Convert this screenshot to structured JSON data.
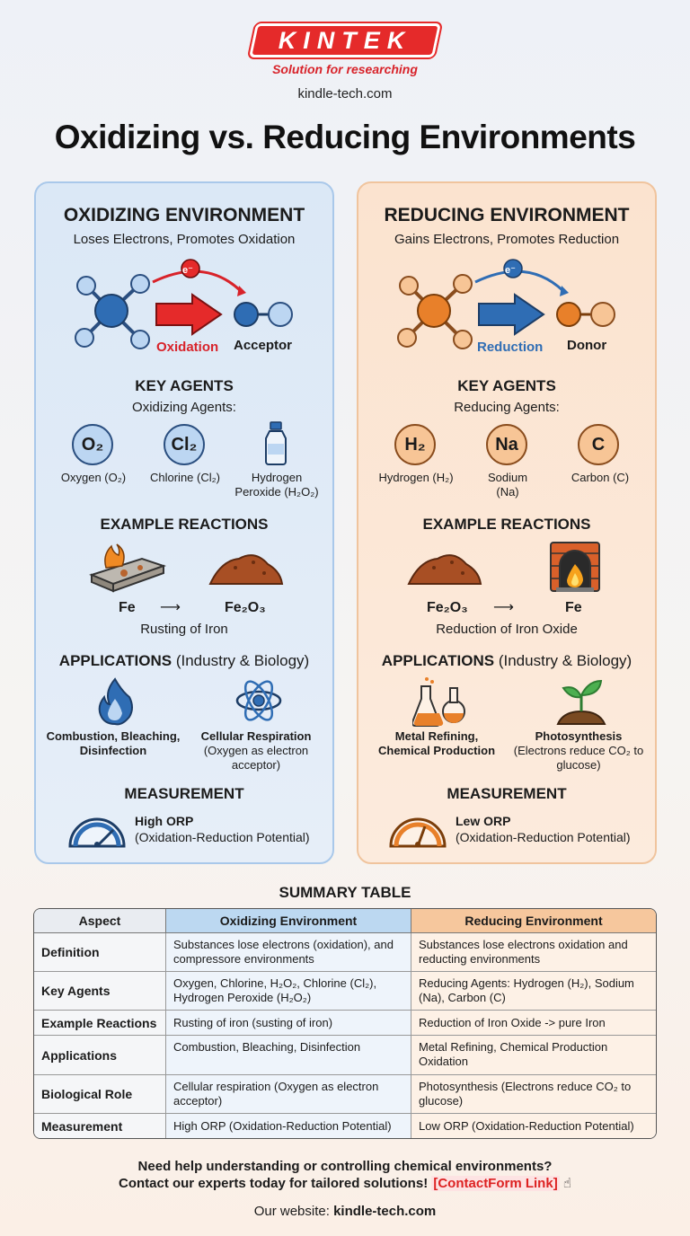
{
  "header": {
    "logo": "KINTEK",
    "tagline": "Solution for researching",
    "website": "kindle-tech.com",
    "title": "Oxidizing vs. Reducing Environments"
  },
  "oxidizing": {
    "title": "OXIDIZING ENVIRONMENT",
    "subtitle": "Loses Electrons, Promotes Oxidation",
    "electron": "e⁻",
    "process": "Oxidation",
    "partner": "Acceptor",
    "key_agents_title": "KEY AGENTS",
    "agents_subtitle": "Oxidizing Agents:",
    "agents": [
      {
        "symbol": "O₂",
        "name": "Oxygen (O₂)"
      },
      {
        "symbol": "Cl₂",
        "name": "Chlorine (Cl₂)"
      },
      {
        "symbol": "bottle",
        "name": "Hydrogen Peroxide (H₂O₂)"
      }
    ],
    "examples_title": "EXAMPLE REACTIONS",
    "reactant": "Fe",
    "arrow": "⟶",
    "product": "Fe₂O₃",
    "reaction_name": "Rusting of Iron",
    "applications_title": "APPLICATIONS",
    "applications_suffix": "(Industry & Biology)",
    "app1": "Combustion, Bleaching, Disinfection",
    "app2_title": "Cellular Respiration",
    "app2_detail": "(Oxygen as electron acceptor)",
    "measurement_title": "MEASUREMENT",
    "orp": "High ORP",
    "orp_detail": "(Oxidation-Reduction Potential)",
    "color": "#2f6db4"
  },
  "reducing": {
    "title": "REDUCING ENVIRONMENT",
    "subtitle": "Gains Electrons, Promotes Reduction",
    "electron": "e⁻",
    "process": "Reduction",
    "partner": "Donor",
    "key_agents_title": "KEY AGENTS",
    "agents_subtitle": "Reducing Agents:",
    "agents": [
      {
        "symbol": "H₂",
        "name": "Hydrogen (H₂)"
      },
      {
        "symbol": "Na",
        "name": "Sodium (Na)"
      },
      {
        "symbol": "C",
        "name": "Carbon (C)"
      }
    ],
    "examples_title": "EXAMPLE REACTIONS",
    "reactant": "Fe₂O₃",
    "arrow": "⟶",
    "product": "Fe",
    "reaction_name": "Reduction of Iron Oxide",
    "applications_title": "APPLICATIONS",
    "applications_suffix": "(Industry & Biology)",
    "app1": "Metal Refining, Chemical Production",
    "app2_title": "Photosynthesis",
    "app2_detail": "(Electrons reduce CO₂ to glucose)",
    "measurement_title": "MEASUREMENT",
    "orp": "Lew ORP",
    "orp_detail": "(Oxidation-Reduction Potential)",
    "color": "#e8802a"
  },
  "summary": {
    "title": "SUMMARY TABLE",
    "headers": [
      "Aspect",
      "Oxidizing Environment",
      "Reducing Environment"
    ],
    "rows": [
      {
        "aspect": "Definition",
        "ox": "Substances lose electrons (oxidation), and compressore environments",
        "red": "Substances lose electrons oxidation and reducting environments"
      },
      {
        "aspect": "Key Agents",
        "ox": "Oxygen, Chlorine, H₂O₂, Chlorine (Cl₂), Hydrogen Peroxide (H₂O₂)",
        "red": "Reducing Agents: Hydrogen (H₂), Sodium (Na), Carbon (C)"
      },
      {
        "aspect": "Example Reactions",
        "ox": "Rusting of iron (susting of iron)",
        "red": "Reduction of Iron Oxide -> pure Iron"
      },
      {
        "aspect": "Applications",
        "ox": "Combustion, Bleaching, Disinfection",
        "red": "Metal Refining, Chemical Production Oxidation"
      },
      {
        "aspect": "Biological Role",
        "ox": "Cellular respiration (Oxygen as electron acceptor)",
        "red": "Photosynthesis (Electrons reduce CO₂ to glucose)"
      },
      {
        "aspect": "Measurement",
        "ox": "High ORP (Oxidation-Reduction Potential)",
        "red": "Low ORP (Oxidation-Reduction Potential)"
      }
    ]
  },
  "footer": {
    "line1": "Need help understanding or controlling chemical environments?",
    "line2": "Contact our experts today for tailored solutions!",
    "link": "[ContactForm Link]",
    "website_label": "Our website:",
    "website": "kindle-tech.com"
  }
}
